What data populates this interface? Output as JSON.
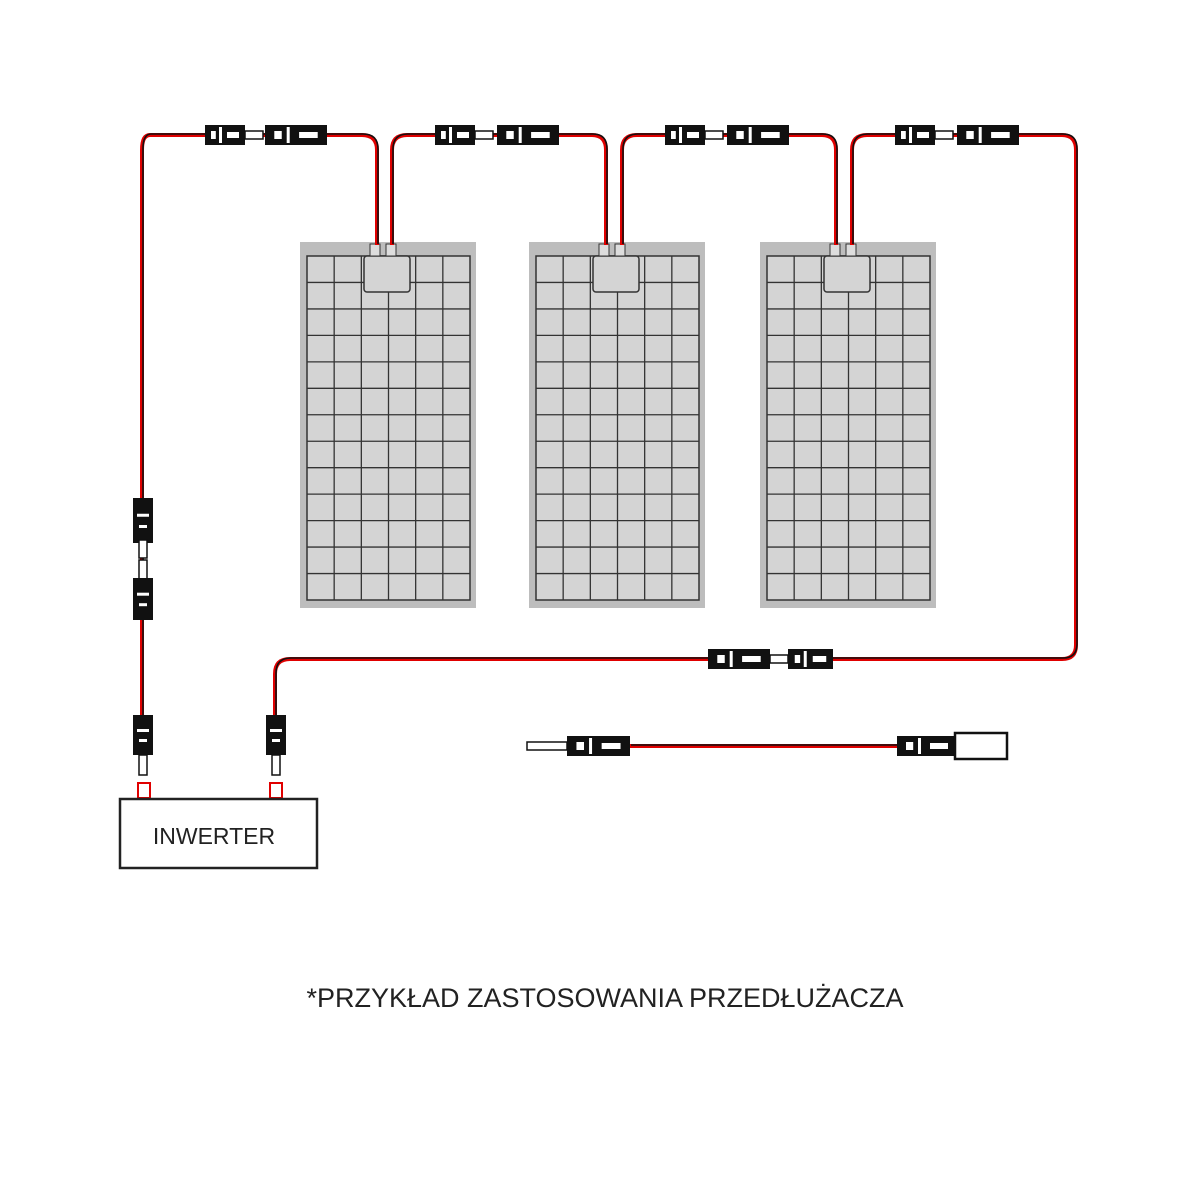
{
  "inverter": {
    "label": "INWERTER"
  },
  "caption": "*PRZYKŁAD ZASTOSOWANIA PRZEDŁUŻACZA",
  "colors": {
    "wire_red": "#e00000",
    "wire_black": "#111111",
    "panel_fill": "#d4d4d4",
    "panel_frame": "#bdbdbd"
  },
  "panels": [
    {
      "id": "panel-1"
    },
    {
      "id": "panel-2"
    },
    {
      "id": "panel-3"
    }
  ]
}
